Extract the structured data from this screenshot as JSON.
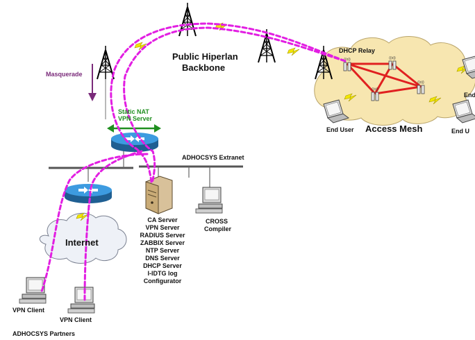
{
  "labels": {
    "backbone_line1": "Public Hiperlan",
    "backbone_line2": "Backbone",
    "masquerade": "Masquerade",
    "static_nat": "Static NAT",
    "vpn_server_router": "VPN Server",
    "dhcp_relay": "DHCP Relay",
    "access_mesh": "Access Mesh",
    "end_user_1": "End User",
    "end_user_2": "End U",
    "end_user_3": "End U",
    "extranet": "ADHOCSYS Extranet",
    "internet": "Internet",
    "vpn_client_1": "VPN Client",
    "vpn_client_2": "VPN Client",
    "partners": "ADHOCSYS Partners",
    "cross_line1": "CROSS",
    "cross_line2": "Compiler"
  },
  "server_services": [
    "CA Server",
    "VPN Server",
    "RADIUS Server",
    "ZABBIX Server",
    "NTP Server",
    "DNS Server",
    "DHCP Server",
    "I-IDTG log",
    "Configurator"
  ],
  "colors": {
    "vpn_tunnel": "#e21ee2",
    "mesh_links": "#e02020",
    "wireless_bolt": "#f2e600",
    "cloud_mesh": "#f7e6b0",
    "cloud_internet": "#eef1f7",
    "router": "#2f86c8",
    "masquerade_arrow": "#7a2a7a",
    "nat_arrow": "#1f8f1f"
  },
  "icons": [
    "antenna-tower-icon",
    "router-icon",
    "server-icon",
    "workstation-icon",
    "laptop-icon",
    "mesh-node-icon",
    "lightning-bolt-icon",
    "cloud-icon"
  ]
}
